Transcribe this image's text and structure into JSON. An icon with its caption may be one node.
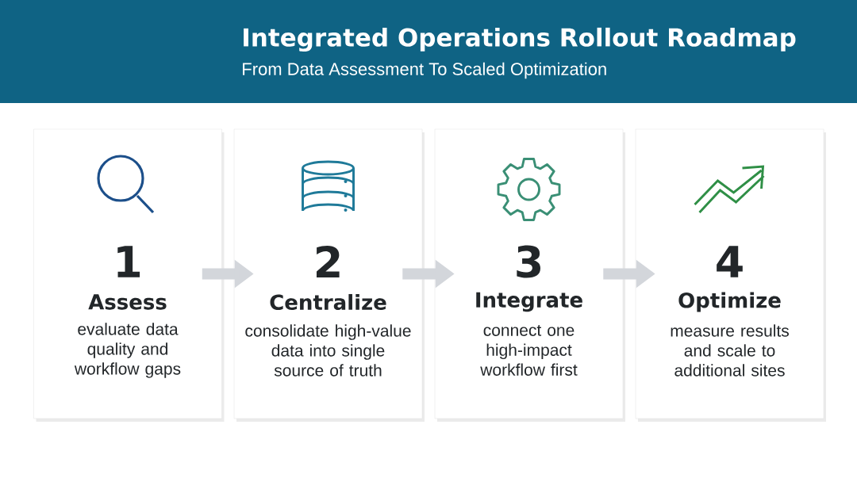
{
  "diagram": {
    "title": "Integrated Operations Rollout Roadmap",
    "nodes": [
      {
        "text": [
          "1",
          "Assess",
          "evaluate data quality and workflow gaps"
        ]
      },
      {
        "text": [
          "2",
          "Centralize",
          "consolidate high-value data into single source of truth"
        ]
      },
      {
        "text": [
          "3",
          "Integrate",
          "connect one high-impact workflow first"
        ]
      },
      {
        "text": [
          "4",
          "Optimize",
          "measure results and scale to additional sites"
        ]
      }
    ],
    "edges": [
      {
        "from": 0,
        "to": 1,
        "arrow": "to"
      },
      {
        "from": 1,
        "to": 2,
        "arrow": "to"
      },
      {
        "from": 2,
        "to": 3,
        "arrow": "to"
      }
    ],
    "labels": [
      "From Data Assessment To Scaled Optimization"
    ]
  }
}
